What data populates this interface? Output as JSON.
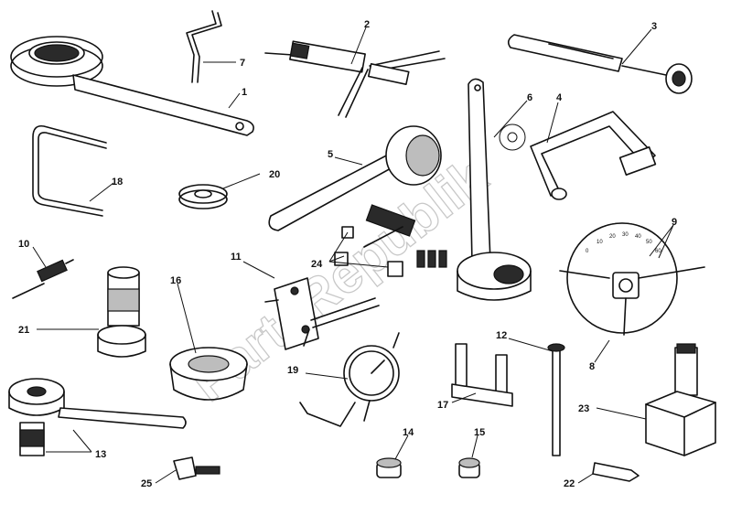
{
  "watermark": "PartsRepublik",
  "callouts": [
    {
      "id": "c1",
      "label": "1"
    },
    {
      "id": "c2",
      "label": "2"
    },
    {
      "id": "c3",
      "label": "3"
    },
    {
      "id": "c4",
      "label": "4"
    },
    {
      "id": "c5",
      "label": "5"
    },
    {
      "id": "c6",
      "label": "6"
    },
    {
      "id": "c7",
      "label": "7"
    },
    {
      "id": "c8",
      "label": "8"
    },
    {
      "id": "c9",
      "label": "9"
    },
    {
      "id": "c10",
      "label": "10"
    },
    {
      "id": "c11",
      "label": "11"
    },
    {
      "id": "c12",
      "label": "12"
    },
    {
      "id": "c13",
      "label": "13"
    },
    {
      "id": "c14",
      "label": "14"
    },
    {
      "id": "c15",
      "label": "15"
    },
    {
      "id": "c16",
      "label": "16"
    },
    {
      "id": "c17",
      "label": "17"
    },
    {
      "id": "c18",
      "label": "18"
    },
    {
      "id": "c19",
      "label": "19"
    },
    {
      "id": "c20",
      "label": "20"
    },
    {
      "id": "c21",
      "label": "21"
    },
    {
      "id": "c22",
      "label": "22"
    },
    {
      "id": "c23",
      "label": "23"
    },
    {
      "id": "c24",
      "label": "24"
    },
    {
      "id": "c25",
      "label": "25"
    }
  ],
  "degree_scale": [
    "0",
    "10",
    "20",
    "30",
    "40",
    "50",
    "60"
  ]
}
